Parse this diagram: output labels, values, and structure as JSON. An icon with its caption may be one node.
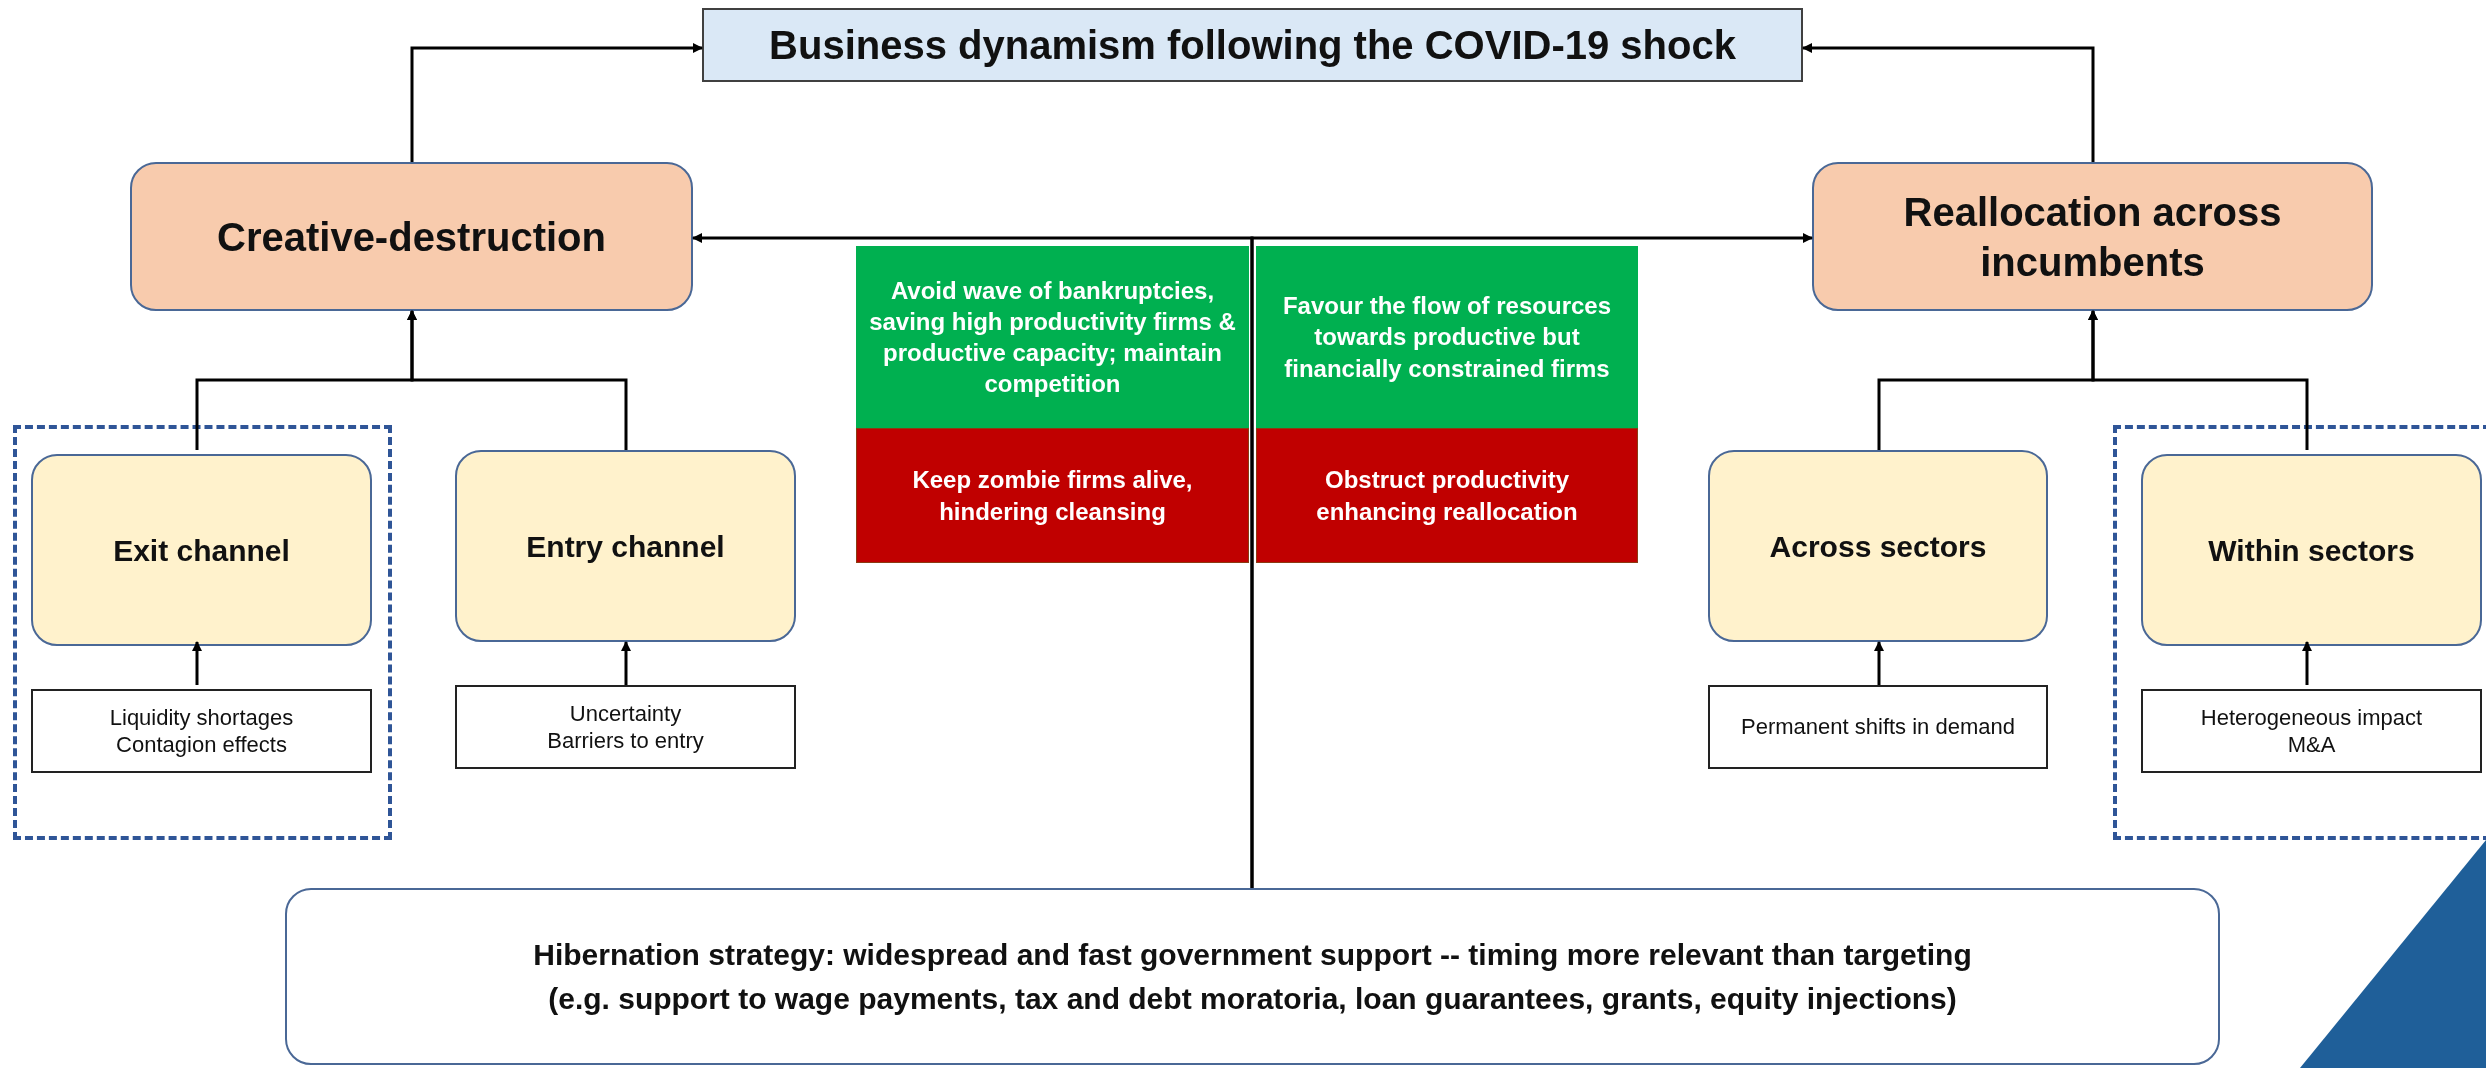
{
  "diagram": {
    "nodes": [
      {
        "text": [
          "Business dynamism following the COVID-19 shock"
        ]
      },
      {
        "text": [
          "Creative-destruction"
        ]
      },
      {
        "text": [
          "Reallocation across incumbents"
        ]
      },
      {
        "text": [
          "Avoid wave of bankruptcies, saving high productivity firms & productive capacity; maintain competition"
        ]
      },
      {
        "text": [
          "Favour the flow of resources towards productive but financially constrained firms"
        ]
      },
      {
        "text": [
          "Keep zombie firms alive, hindering cleansing"
        ]
      },
      {
        "text": [
          "Obstruct productivity enhancing reallocation"
        ]
      },
      {
        "text": [],
        "shape": "box"
      },
      {
        "text": [
          "Exit channel"
        ],
        "in": 7
      },
      {
        "text": [
          "Entry channel"
        ]
      },
      {
        "text": [
          "Across sectors"
        ]
      },
      {
        "text": [],
        "shape": "box"
      },
      {
        "text": [
          "Within sectors"
        ],
        "in": 11
      },
      {
        "text": [
          "Liquidity shortages",
          "Contagion effects"
        ],
        "in": 7
      },
      {
        "text": [
          "Uncertainty",
          "Barriers to entry"
        ]
      },
      {
        "text": [
          "Permanent shifts in demand"
        ]
      },
      {
        "text": [
          "Heterogeneous impact",
          "M&A"
        ],
        "in": 11
      },
      {
        "text": [
          "Hibernation strategy: widespread and fast government support -- timing more relevant than targeting",
          "(e.g. support to wage payments, tax and debt moratoria, loan guarantees, grants, equity injections)"
        ]
      }
    ],
    "edges": [
      {
        "from": 1,
        "to": 0,
        "arrow": "to"
      },
      {
        "from": 2,
        "to": 0,
        "arrow": "to"
      },
      {
        "from": 17,
        "to": 1,
        "arrow": "to"
      },
      {
        "from": 17,
        "to": 2,
        "arrow": "to"
      },
      {
        "from": 8,
        "to": 1,
        "arrow": "to"
      },
      {
        "from": 9,
        "to": 1,
        "arrow": "to"
      },
      {
        "from": 10,
        "to": 2,
        "arrow": "to"
      },
      {
        "from": 12,
        "to": 2,
        "arrow": "to"
      },
      {
        "from": 13,
        "to": 8,
        "arrow": "to"
      },
      {
        "from": 14,
        "to": 9,
        "arrow": "to"
      },
      {
        "from": 15,
        "to": 10,
        "arrow": "to"
      },
      {
        "from": 16,
        "to": 12,
        "arrow": "to"
      }
    ]
  }
}
